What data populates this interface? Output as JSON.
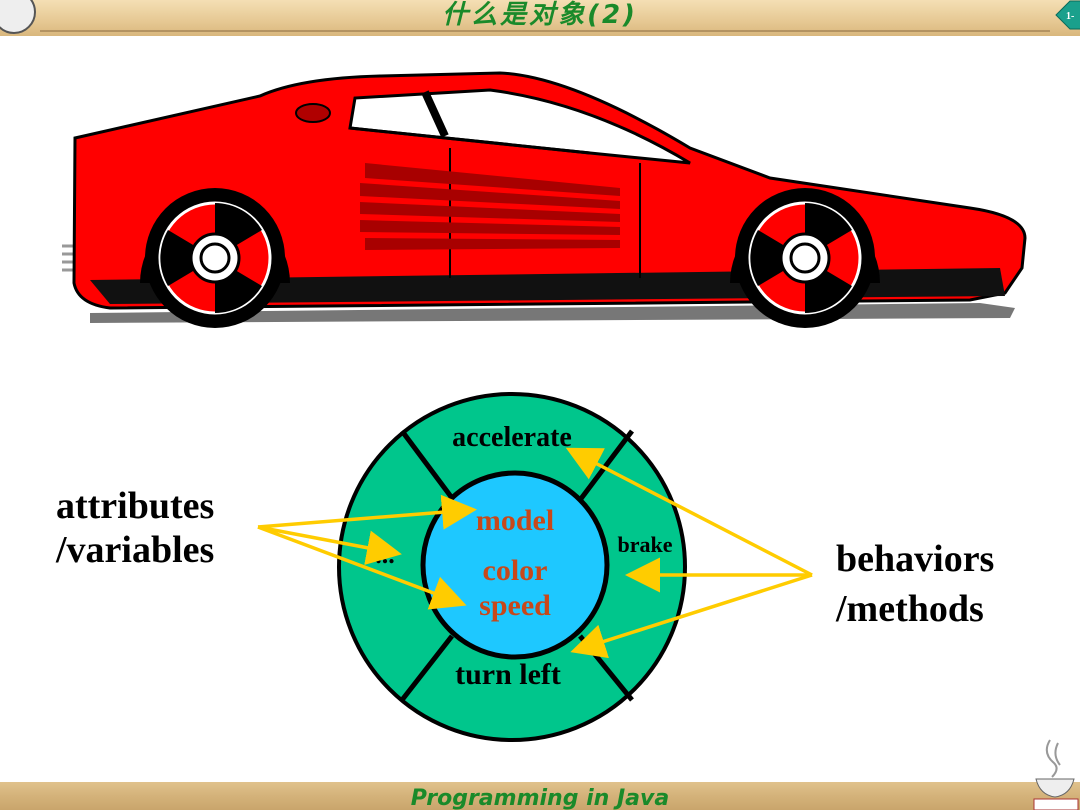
{
  "header": {
    "title": "什么是对象(2)",
    "page_number": "1-"
  },
  "left_label": {
    "line1": "attributes",
    "line2": "/variables"
  },
  "right_label": {
    "line1": "behaviors",
    "line2": "/methods"
  },
  "object_diagram": {
    "outer_segments": [
      "accelerate",
      "brake",
      "turn left",
      "..."
    ],
    "inner_attributes": [
      "model",
      "color",
      "speed"
    ]
  },
  "footer": {
    "text": "Programming in Java"
  },
  "colors": {
    "outer_ring": "#00c68c",
    "inner_core": "#1ec8ff",
    "attribute_text": "#c8481a",
    "arrow": "#ffcc00",
    "car_body": "#ff0000"
  }
}
